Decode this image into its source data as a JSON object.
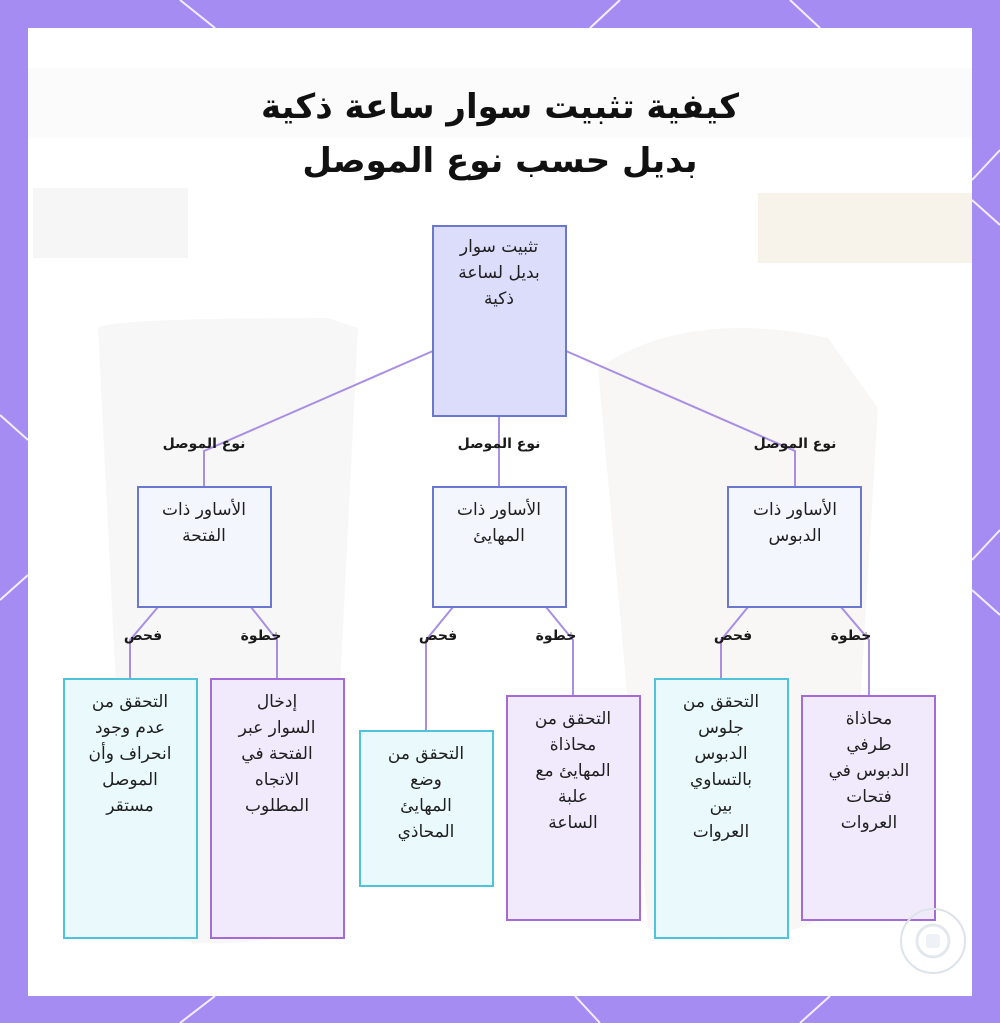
{
  "title": {
    "line1": "كيفية تثبيت سوار ساعة ذكية",
    "line2": "بديل حسب نوع الموصل"
  },
  "colors": {
    "frame": "#a58cf3",
    "root_fill": "#dcdcfb",
    "root_stroke": "#6b78d0",
    "category_fill": "#f4f6fe",
    "category_stroke": "#6b78d0",
    "check_fill": "#eafafc",
    "check_stroke": "#4fc3d9",
    "step_fill": "#f1eafd",
    "step_stroke": "#a36bd6",
    "edge": "#a98ee3"
  },
  "diagram": {
    "root": {
      "lines": [
        "تثبيت سوار",
        "بديل لساعة",
        "ذكية"
      ]
    },
    "root_edge_label": "نوع الموصل",
    "categories": [
      {
        "id": "opening",
        "lines": [
          "الأساور ذات",
          "الفتحة"
        ],
        "children": [
          {
            "type": "check",
            "edge_label": "فحص",
            "lines": [
              "التحقق من",
              "عدم وجود",
              "انحراف وأن",
              "الموصل",
              "مستقر"
            ]
          },
          {
            "type": "step",
            "edge_label": "خطوة",
            "lines": [
              "إدخال",
              "السوار عبر",
              "الفتحة في",
              "الاتجاه",
              "المطلوب"
            ]
          }
        ]
      },
      {
        "id": "adapter",
        "lines": [
          "الأساور ذات",
          "المهايئ"
        ],
        "children": [
          {
            "type": "check",
            "edge_label": "فحص",
            "lines": [
              "التحقق من",
              "وضع",
              "المهايئ",
              "المحاذي"
            ]
          },
          {
            "type": "step",
            "edge_label": "خطوة",
            "lines": [
              "التحقق من",
              "محاذاة",
              "المهايئ مع",
              "علبة",
              "الساعة"
            ]
          }
        ]
      },
      {
        "id": "pins",
        "lines": [
          "الأساور ذات",
          "الدبوس"
        ],
        "children": [
          {
            "type": "check",
            "edge_label": "فحص",
            "lines": [
              "التحقق من",
              "جلوس",
              "الدبوس",
              "بالتساوي",
              "بين",
              "العروات"
            ]
          },
          {
            "type": "step",
            "edge_label": "خطوة",
            "lines": [
              "محاذاة",
              "طرفي",
              "الدبوس في",
              "فتحات",
              "العروات"
            ]
          }
        ]
      }
    ]
  }
}
